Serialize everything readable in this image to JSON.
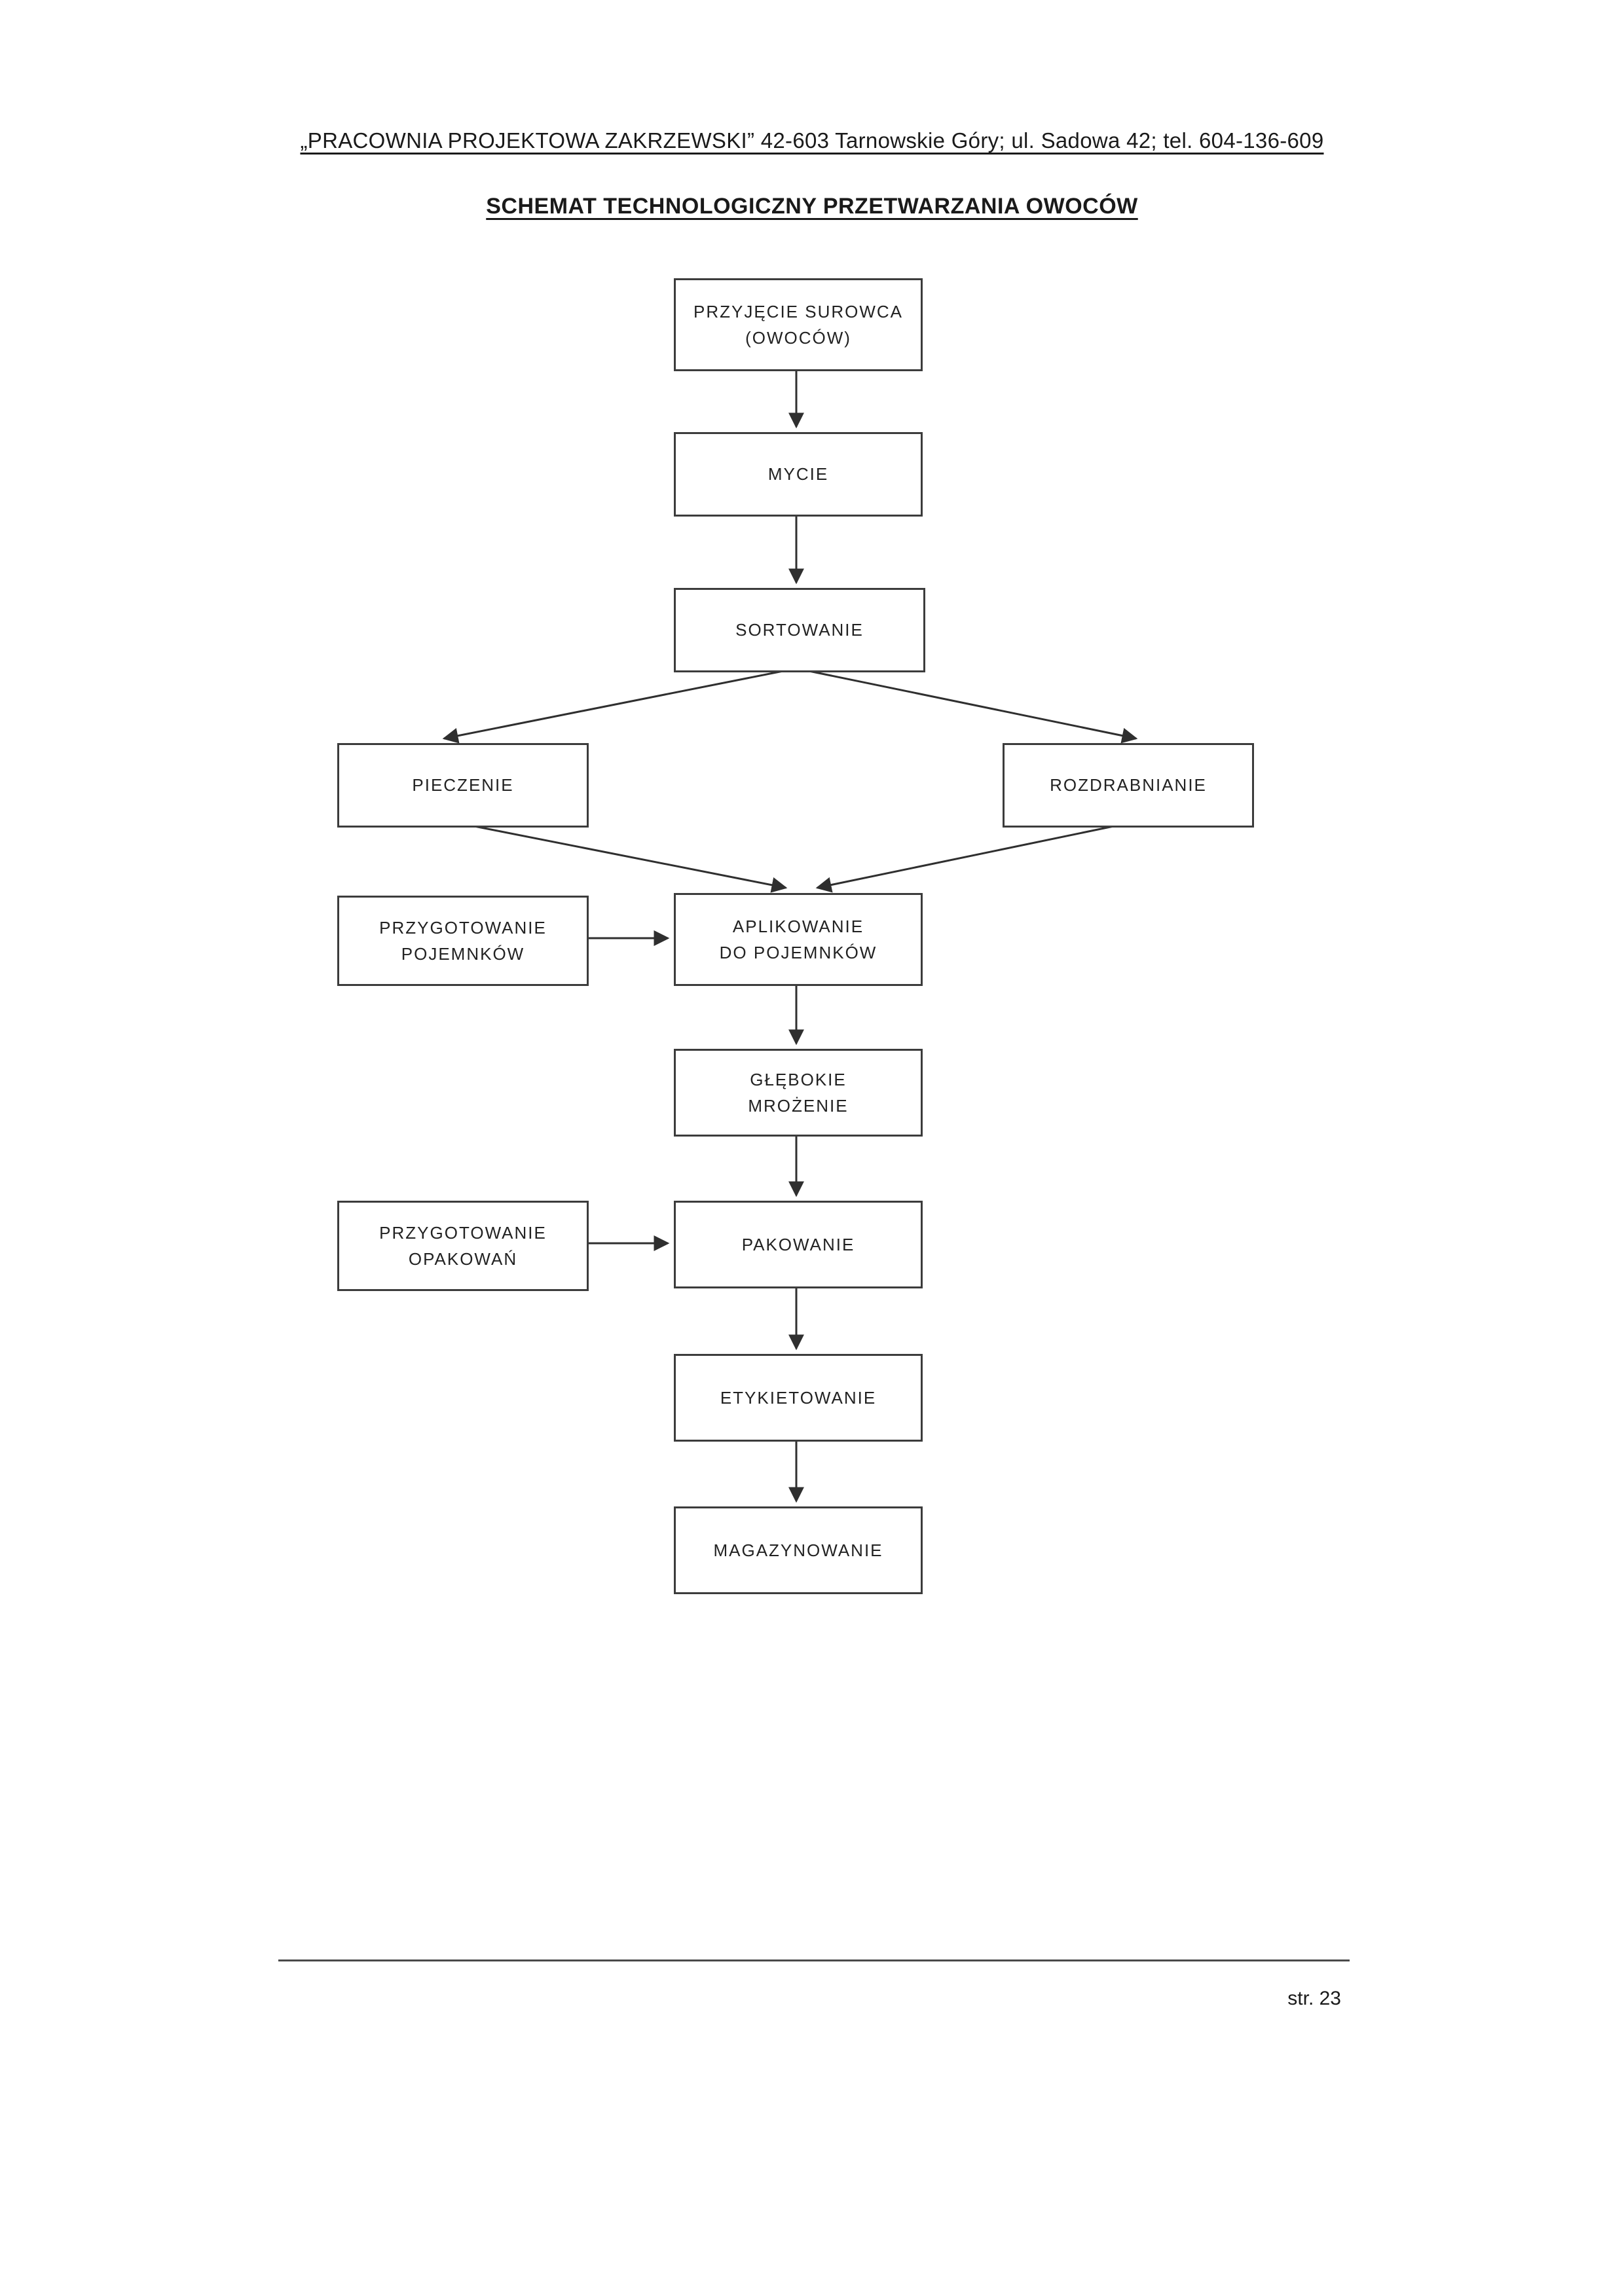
{
  "document": {
    "header": "„PRACOWNIA PROJEKTOWA ZAKRZEWSKI” 42-603 Tarnowskie Góry; ul. Sadowa 42; tel. 604-136-609",
    "title": "SCHEMAT TECHNOLOGICZNY PRZETWARZANIA OWOCÓW",
    "page_number": "str. 23"
  },
  "flowchart": {
    "nodes": [
      {
        "id": "przyjecie-surowca",
        "label": "PRZYJĘCIE SUROWCA\n(OWOCÓW)"
      },
      {
        "id": "mycie",
        "label": "MYCIE"
      },
      {
        "id": "sortowanie",
        "label": "SORTOWANIE"
      },
      {
        "id": "pieczenie",
        "label": "PIECZENIE"
      },
      {
        "id": "rozdrabnianie",
        "label": "ROZDRABNIANIE"
      },
      {
        "id": "przygotowanie-pojemnikow",
        "label": "PRZYGOTOWANIE\nPOJEMNKÓW"
      },
      {
        "id": "aplikowanie-do-pojemnikow",
        "label": "APLIKOWANIE\nDO POJEMNKÓW"
      },
      {
        "id": "glebokie-mrozenie",
        "label": "GŁĘBOKIE\nMROŻENIE"
      },
      {
        "id": "przygotowanie-opakowan",
        "label": "PRZYGOTOWANIE\nOPAKOWAŃ"
      },
      {
        "id": "pakowanie",
        "label": "PAKOWANIE"
      },
      {
        "id": "etykietowanie",
        "label": "ETYKIETOWANIE"
      },
      {
        "id": "magazynowanie",
        "label": "MAGAZYNOWANIE"
      }
    ]
  },
  "colors": {
    "box_border": "#3c3c3c",
    "arrow": "#2f2f2f",
    "text": "#1a1a1a",
    "background": "#ffffff"
  }
}
